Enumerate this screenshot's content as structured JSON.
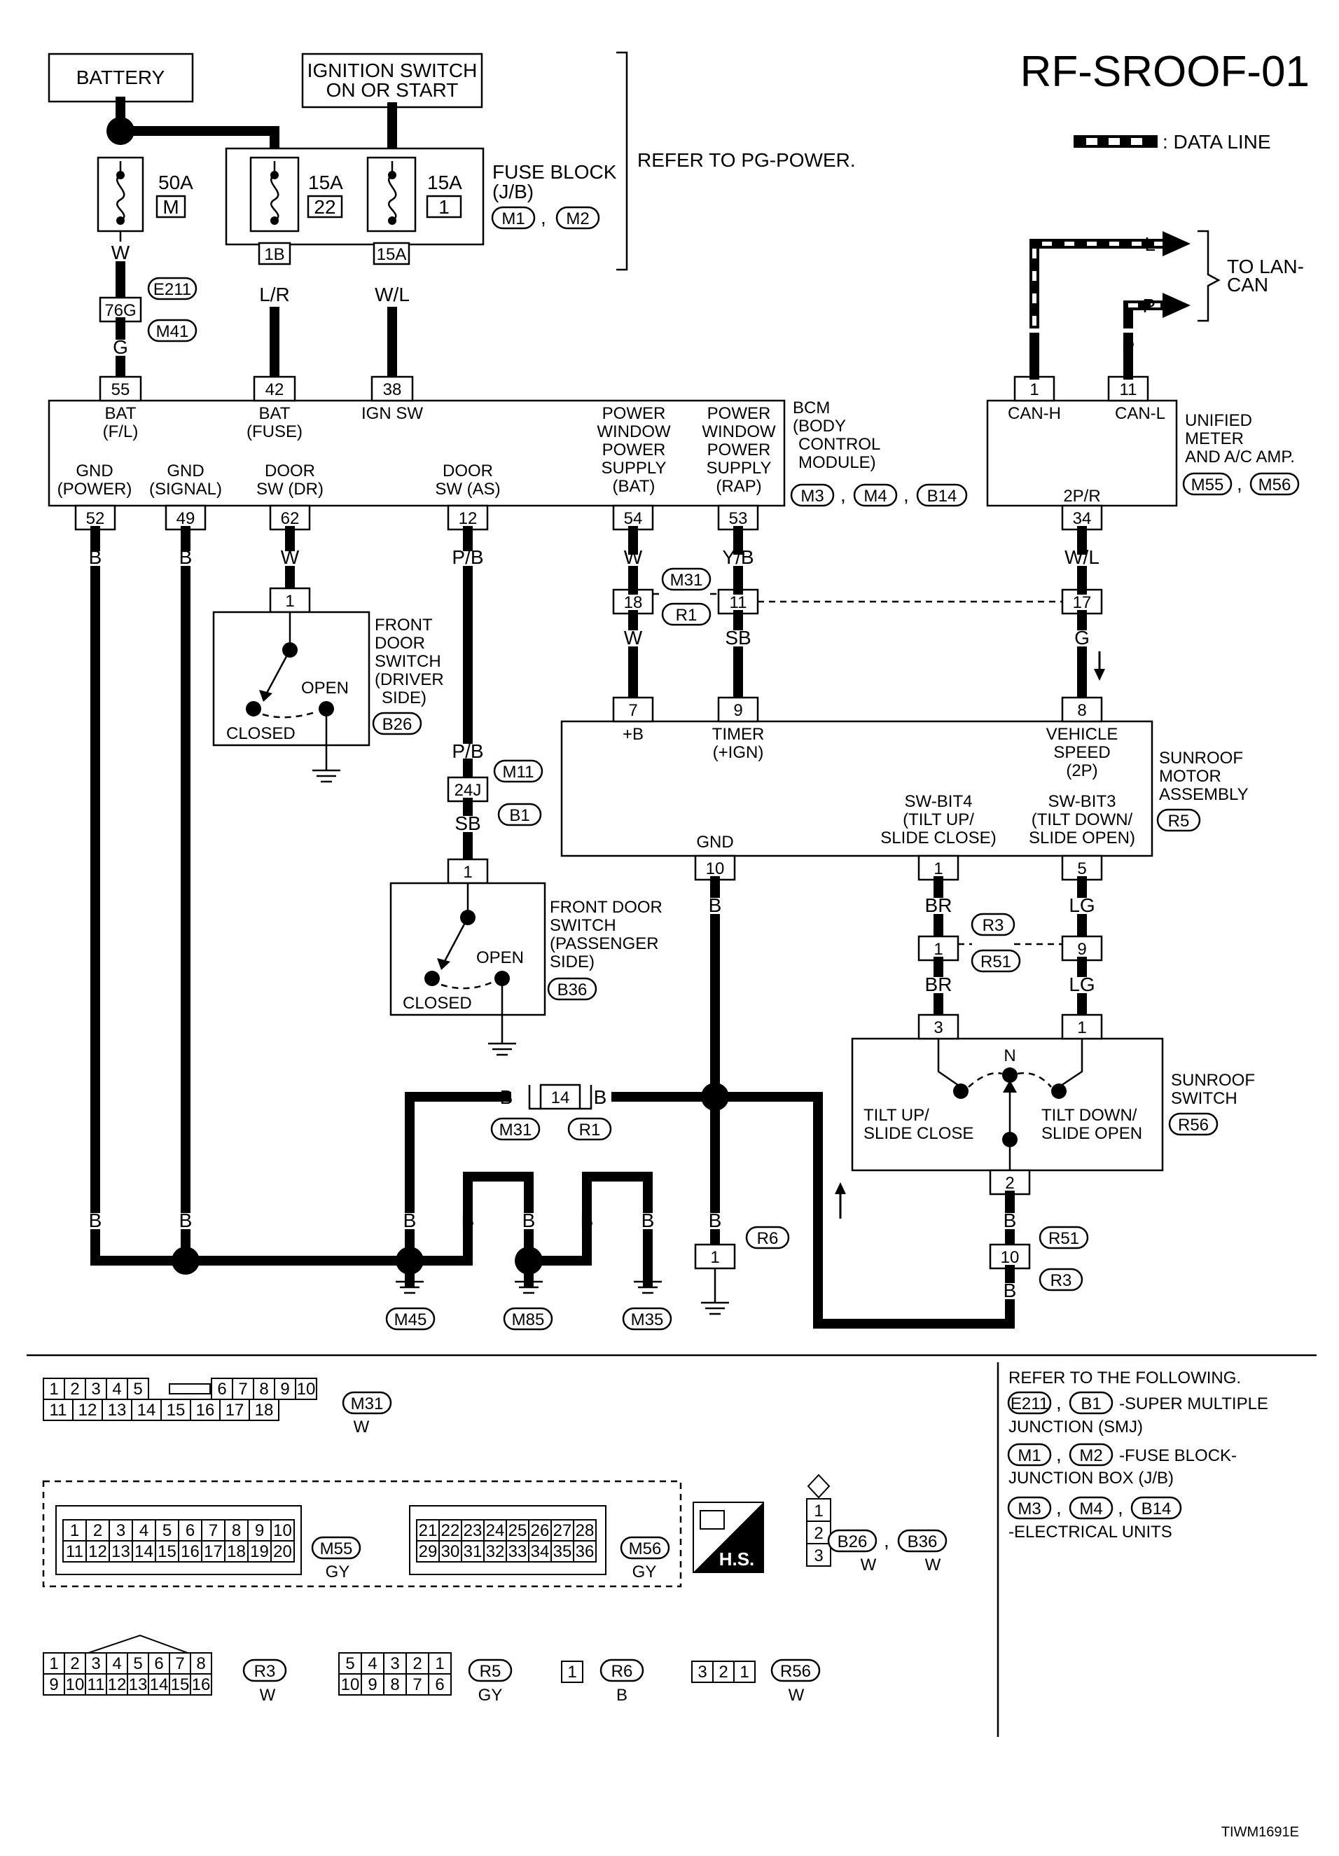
{
  "page": {
    "title": "RF-SROOF-01",
    "figure_code": "TIWM1691E"
  },
  "legend": {
    "data_line": ": DATA LINE"
  },
  "refer": {
    "pg_power": "REFER TO PG-POWER."
  },
  "to_lan": {
    "l": "L",
    "p": "P",
    "line1": "TO LAN-",
    "line2": "CAN"
  },
  "battery": {
    "label": "BATTERY"
  },
  "ignition": {
    "line1": "IGNITION SWITCH",
    "line2": "ON OR START"
  },
  "fuses": [
    {
      "amp": "50A",
      "num": "M",
      "wire": "W",
      "conn": "76G",
      "conn_ids": [
        "E211",
        "M41"
      ],
      "wire_out": "G",
      "term": "55"
    },
    {
      "amp": "15A",
      "num": "22",
      "term_top": "1B",
      "wire": "L/R",
      "term": "42"
    },
    {
      "amp": "15A",
      "num": "1",
      "term_top": "15A",
      "wire": "W/L",
      "term": "38"
    }
  ],
  "fuse_block": {
    "line1": "FUSE BLOCK",
    "line2": "(J/B)",
    "ids": [
      "M1",
      "M2"
    ]
  },
  "bcm": {
    "title_lines": [
      "BCM",
      "(BODY",
      "CONTROL",
      "MODULE)"
    ],
    "ids": [
      "M3",
      "M4",
      "B14"
    ],
    "top_pins": [
      {
        "num": "55",
        "l1": "BAT",
        "l2": "(F/L)"
      },
      {
        "num": "42",
        "l1": "BAT",
        "l2": "(FUSE)"
      },
      {
        "num": "38",
        "l1": "IGN SW",
        "l2": ""
      }
    ],
    "pw_bat": [
      "POWER",
      "WINDOW",
      "POWER",
      "SUPPLY",
      "(BAT)"
    ],
    "pw_rap": [
      "POWER",
      "WINDOW",
      "POWER",
      "SUPPLY",
      "(RAP)"
    ],
    "bottom_pins": [
      {
        "num": "52",
        "l1": "GND",
        "l2": "(POWER)",
        "wire": "B"
      },
      {
        "num": "49",
        "l1": "GND",
        "l2": "(SIGNAL)",
        "wire": "B"
      },
      {
        "num": "62",
        "l1": "DOOR",
        "l2": "SW (DR)",
        "wire": "W"
      },
      {
        "num": "12",
        "l1": "DOOR",
        "l2": "SW (AS)",
        "wire": "P/B"
      },
      {
        "num": "54",
        "wire": "W"
      },
      {
        "num": "53",
        "wire": "Y/B"
      }
    ]
  },
  "meter": {
    "title_lines": [
      "UNIFIED",
      "METER",
      "AND A/C AMP."
    ],
    "ids": [
      "M55",
      "M56"
    ],
    "pins": [
      {
        "num": "1",
        "label": "CAN-H",
        "wire": "L"
      },
      {
        "num": "11",
        "label": "CAN-L",
        "wire": "P"
      },
      {
        "num": "34",
        "label": "2P/R",
        "wire": "W/L"
      }
    ]
  },
  "junction_m31": {
    "ids": [
      "M31",
      "R1"
    ],
    "pins": [
      "18",
      "11",
      "17"
    ],
    "wires": [
      "W",
      "SB",
      "G"
    ]
  },
  "front_door_dr": {
    "pin": "1",
    "title_lines": [
      "FRONT",
      "DOOR",
      "SWITCH",
      "(DRIVER",
      "SIDE)"
    ],
    "id": "B26",
    "open": "OPEN",
    "closed": "CLOSED"
  },
  "front_door_as": {
    "pin": "1",
    "title_lines": [
      "FRONT DOOR",
      "SWITCH",
      "(PASSENGER",
      " SIDE)"
    ],
    "id": "B36",
    "open": "OPEN",
    "closed": "CLOSED",
    "wire_in": "P/B",
    "conn": "24J",
    "conn_ids": [
      "M11",
      "B1"
    ],
    "wire_out": "SB"
  },
  "motor": {
    "title_lines": [
      "SUNROOF",
      "MOTOR",
      "ASSEMBLY"
    ],
    "id": "R5",
    "pins": [
      {
        "num": "7",
        "l1": "+B",
        "l2": ""
      },
      {
        "num": "9",
        "l1": "TIMER",
        "l2": "(+IGN)"
      },
      {
        "num": "8",
        "l1": "VEHICLE",
        "l2": "SPEED",
        "l3": "(2P)"
      }
    ],
    "gnd": {
      "num": "10",
      "label": "GND",
      "wire": "B"
    },
    "sw_bit4": [
      "SW-BIT4",
      "(TILT UP/",
      "SLIDE CLOSE)"
    ],
    "sw_bit3": [
      "SW-BIT3",
      "(TILT DOWN/",
      "SLIDE OPEN)"
    ],
    "bit_pins": [
      "1",
      "5"
    ]
  },
  "junction_r3": {
    "ids": [
      "R3",
      "R51"
    ],
    "pins": [
      "1",
      "9"
    ],
    "wires_in": [
      "BR",
      "LG"
    ],
    "wires_out": [
      "BR",
      "LG"
    ]
  },
  "sunroof_switch": {
    "title_lines": [
      "SUNROOF",
      "SWITCH"
    ],
    "id": "R56",
    "pins": [
      "3",
      "1",
      "2"
    ],
    "n": "N",
    "left": [
      "TILT UP/",
      "SLIDE CLOSE"
    ],
    "right": [
      "TILT DOWN/",
      "SLIDE OPEN"
    ]
  },
  "ground_section": {
    "j14": {
      "num": "14",
      "ids": [
        "M31",
        "R1"
      ],
      "wire": "B"
    },
    "wire_labels": [
      "B",
      "B",
      "B",
      "B",
      "B",
      "B",
      "B"
    ],
    "r6": {
      "num": "1",
      "id": "R6",
      "wire": "B"
    },
    "grounds": [
      "M45",
      "M85",
      "M35"
    ],
    "sw_gnd": {
      "wire": "B",
      "conn": "10",
      "ids": [
        "R51",
        "R3"
      ],
      "wire2": "B"
    }
  },
  "connectors": {
    "m31": {
      "top": [
        "1",
        "2",
        "3",
        "4",
        "5",
        "6",
        "7",
        "8",
        "9",
        "10"
      ],
      "bottom": [
        "11",
        "12",
        "13",
        "14",
        "15",
        "16",
        "17",
        "18"
      ],
      "id": "M31",
      "color": "W"
    },
    "m55": {
      "top": [
        "1",
        "2",
        "3",
        "4",
        "5",
        "6",
        "7",
        "8",
        "9",
        "10"
      ],
      "bottom": [
        "11",
        "12",
        "13",
        "14",
        "15",
        "16",
        "17",
        "18",
        "19",
        "20"
      ],
      "id": "M55",
      "color": "GY"
    },
    "m56": {
      "top": [
        "21",
        "22",
        "23",
        "24",
        "25",
        "26",
        "27",
        "28"
      ],
      "bottom": [
        "29",
        "30",
        "31",
        "32",
        "33",
        "34",
        "35",
        "36"
      ],
      "id": "M56",
      "color": "GY"
    },
    "hs": "H.S.",
    "b26": {
      "pins": [
        "1",
        "2",
        "3"
      ],
      "ids": [
        "B26",
        "B36"
      ],
      "colors": [
        "W",
        "W"
      ]
    },
    "r3": {
      "top": [
        "1",
        "2",
        "3",
        "4",
        "5",
        "6",
        "7",
        "8"
      ],
      "bottom": [
        "9",
        "10",
        "11",
        "12",
        "13",
        "14",
        "15",
        "16"
      ],
      "id": "R3",
      "color": "W"
    },
    "r5": {
      "top": [
        "5",
        "4",
        "3",
        "2",
        "1"
      ],
      "bottom": [
        "10",
        "9",
        "8",
        "7",
        "6"
      ],
      "id": "R5",
      "color": "GY"
    },
    "r6": {
      "pins": [
        "1"
      ],
      "id": "R6",
      "color": "B"
    },
    "r56": {
      "pins": [
        "3",
        "2",
        "1"
      ],
      "id": "R56",
      "color": "W"
    }
  },
  "references": {
    "heading": "REFER TO THE FOLLOWING.",
    "items": [
      {
        "ids": [
          "E211",
          "B1"
        ],
        "text": "-SUPER MULTIPLE",
        "text2": "JUNCTION (SMJ)"
      },
      {
        "ids": [
          "M1",
          "M2"
        ],
        "text": "-FUSE BLOCK-",
        "text2": "JUNCTION BOX (J/B)"
      },
      {
        "ids": [
          "M3",
          "M4",
          "B14"
        ],
        "text": "",
        "text2": "-ELECTRICAL UNITS"
      }
    ]
  }
}
